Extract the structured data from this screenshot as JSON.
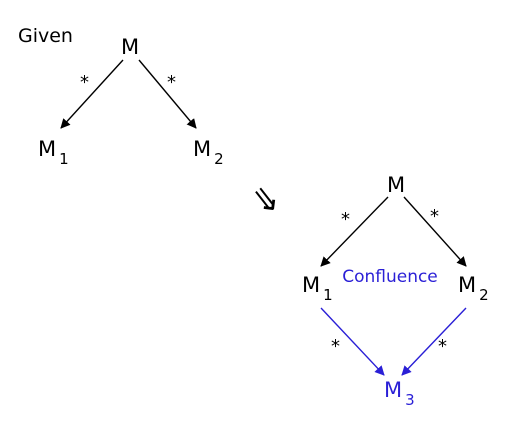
{
  "given": {
    "caption": "Given",
    "top_node": "M",
    "left_node": "M",
    "left_sub": "1",
    "right_node": "M",
    "right_sub": "2",
    "edge_left_label": "*",
    "edge_right_label": "*"
  },
  "implies_symbol": "⇓",
  "result": {
    "top_node": "M",
    "left_node": "M",
    "left_sub": "1",
    "right_node": "M",
    "right_sub": "2",
    "bottom_node": "M",
    "bottom_sub": "3",
    "edge_top_left_label": "*",
    "edge_top_right_label": "*",
    "edge_bottom_left_label": "*",
    "edge_bottom_right_label": "*",
    "center_label": "Confluence"
  },
  "colors": {
    "given_edges": "#000000",
    "confluence_edges": "#2a1fd6",
    "confluence_text": "#2a1fd6"
  }
}
